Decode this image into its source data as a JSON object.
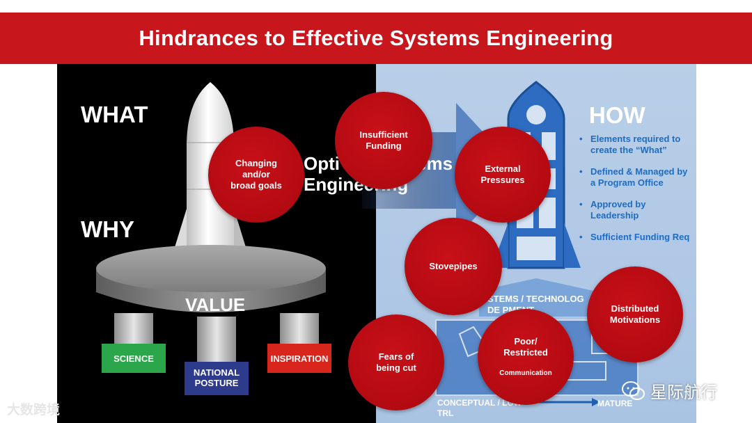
{
  "title": "Hindrances to Effective Systems Engineering",
  "left_panel": {
    "what": "WHAT",
    "why": "WHY",
    "value": "VALUE",
    "optimized_text_line1": "Opti",
    "optimized_text_line1b": "ems",
    "optimized_text_line2": "Engineering",
    "pillars": [
      {
        "label": "SCIENCE",
        "color": "#2ca64a"
      },
      {
        "label": "NATIONAL\nPOSTURE",
        "color": "#2e3a8c"
      },
      {
        "label": "INSPIRATION",
        "color": "#d9261c"
      }
    ]
  },
  "right_panel": {
    "how": "HOW",
    "bullets": [
      "Elements required to create the “What”",
      "Defined & Managed by a Program Office",
      "Approved by Leadership",
      "Sufficient Funding Req"
    ],
    "development_label": "STEMS / TECHNOLOG\nDE    PMENT",
    "conceptual_label": "CONCEPTUAL / LOW\nTRL",
    "mature_label": "MATURE"
  },
  "hindrances": [
    {
      "id": "changing-goals",
      "label": "Changing\nand/or\nbroad goals"
    },
    {
      "id": "insufficient-funding",
      "label": "Insufficient\nFunding"
    },
    {
      "id": "external-pressures",
      "label": "External\nPressures"
    },
    {
      "id": "stovepipes",
      "label": "Stovepipes"
    },
    {
      "id": "distributed-motivations",
      "label": "Distributed\nMotivations"
    },
    {
      "id": "fears-of-being-cut",
      "label": "Fears of\nbeing cut"
    },
    {
      "id": "poor-restricted",
      "label": "Poor/\nRestricted",
      "sublabel": "Communication"
    }
  ],
  "watermarks": {
    "left": "大数跨境",
    "right": "星际航行"
  },
  "colors": {
    "accent_red": "#c8161d",
    "how_blue": "#1f6cc0",
    "right_panel_bg": "#b9cfe8"
  }
}
